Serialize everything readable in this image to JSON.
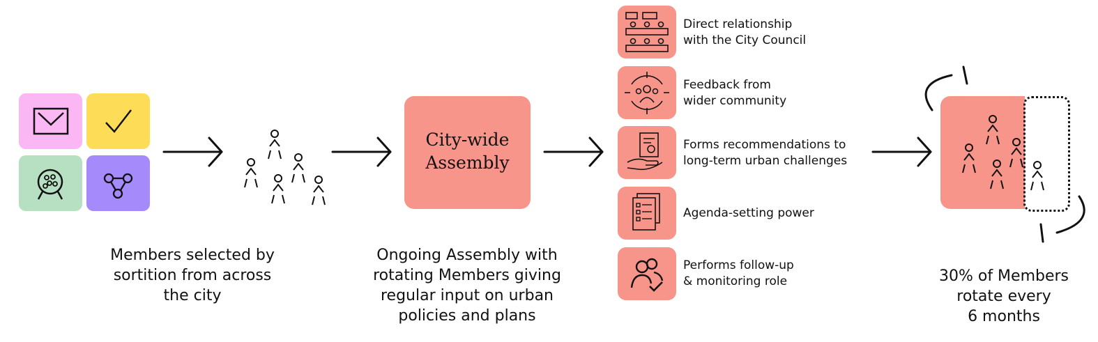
{
  "colors": {
    "salmon": "#f8958a",
    "pink": "#fbb6f4",
    "yellow": "#fddc58",
    "green": "#b7dfc1",
    "purple": "#a58afc",
    "ink": "#111111"
  },
  "selection": {
    "icons": [
      "envelope-icon",
      "checkmark-icon",
      "lottery-drum-icon",
      "network-nodes-icon"
    ],
    "caption": [
      "Members selected by",
      "sortition from across",
      "the city"
    ]
  },
  "assembly": {
    "title": [
      "City-wide",
      "Assembly"
    ],
    "caption": [
      "Ongoing Assembly with",
      "rotating Members giving",
      "regular input on urban",
      "policies and plans"
    ]
  },
  "features": [
    {
      "icon": "council-meeting-icon",
      "lines": [
        "Direct relationship",
        "with the City Council"
      ]
    },
    {
      "icon": "community-feedback-icon",
      "lines": [
        "Feedback from",
        "wider community"
      ]
    },
    {
      "icon": "document-hand-icon",
      "lines": [
        "Forms recommendations to",
        "long-term urban challenges"
      ]
    },
    {
      "icon": "agenda-documents-icon",
      "lines": [
        "Agenda-setting power"
      ]
    },
    {
      "icon": "people-check-icon",
      "lines": [
        "Performs follow-up",
        "& monitoring role"
      ]
    }
  ],
  "rotation": {
    "caption": [
      "30% of Members",
      "rotate every",
      "6 months"
    ],
    "share_rotating": 0.3
  }
}
